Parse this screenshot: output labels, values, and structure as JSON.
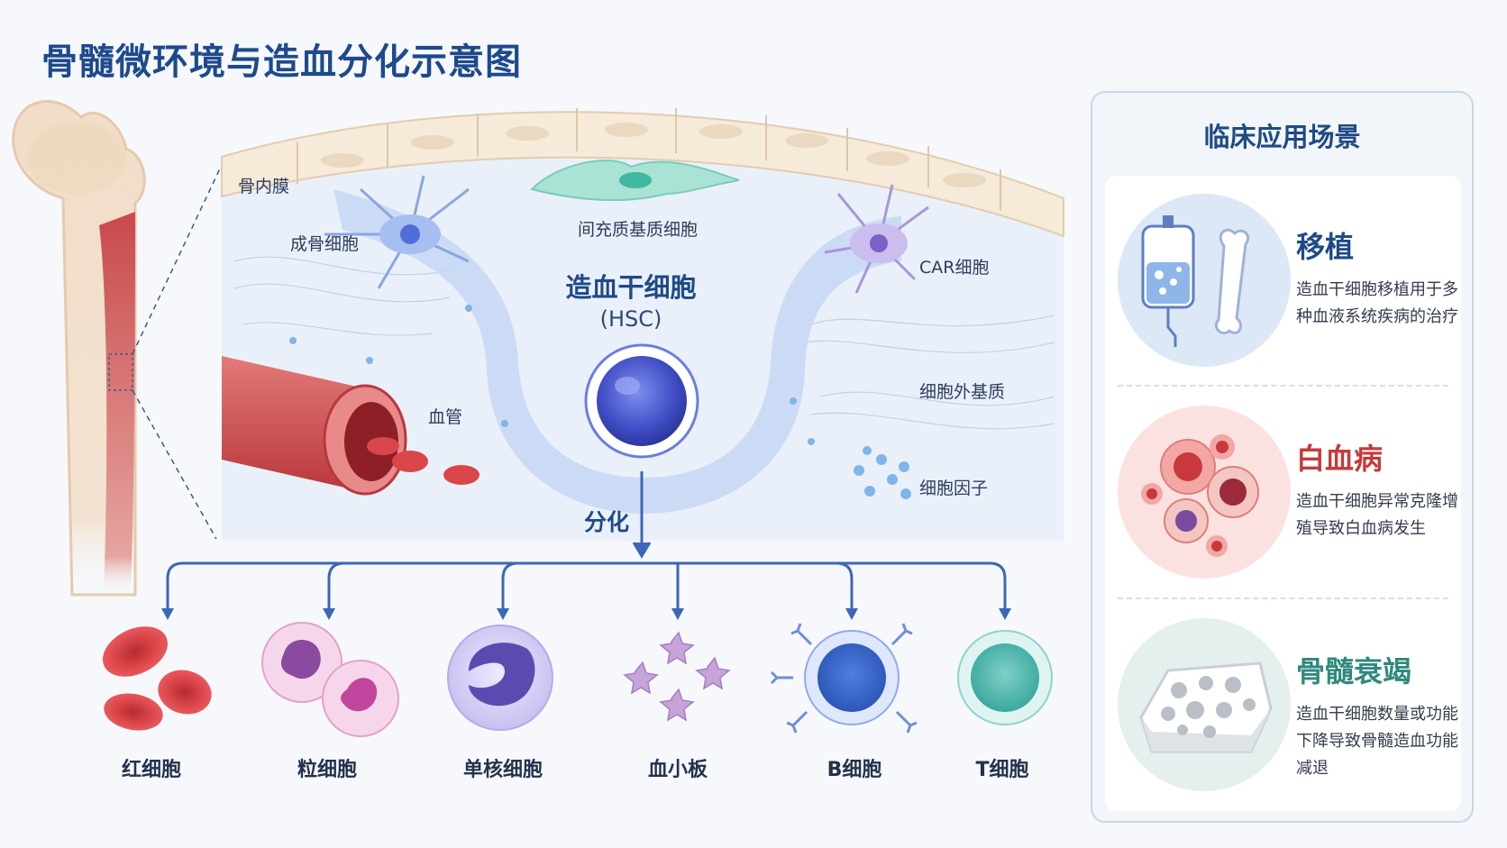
{
  "title": "骨髓微环境与造血分化示意图",
  "niche": {
    "endosteum": "骨内膜",
    "osteoblast": "成骨细胞",
    "msc": "间充质基质细胞",
    "car": "CAR细胞",
    "vessel": "血管",
    "ecm": "细胞外基质",
    "cytokine": "细胞因子",
    "hsc_name": "造血干细胞",
    "hsc_abbr": "(HSC)",
    "differentiation": "分化"
  },
  "cells": [
    {
      "name": "红细胞",
      "icon": "red-blood-cell-icon",
      "color": "#d9464a"
    },
    {
      "name": "粒细胞",
      "icon": "granulocyte-icon",
      "color": "#c9459a"
    },
    {
      "name": "单核细胞",
      "icon": "monocyte-icon",
      "color": "#6a5bb8"
    },
    {
      "name": "血小板",
      "icon": "platelet-icon",
      "color": "#b88fc4"
    },
    {
      "name": "B细胞",
      "icon": "b-cell-icon",
      "color": "#3d6fd1"
    },
    {
      "name": "T细胞",
      "icon": "t-cell-icon",
      "color": "#3aa8a0"
    }
  ],
  "panel": {
    "title": "临床应用场景",
    "apps": [
      {
        "name": "移植",
        "color": "#1e4a86",
        "desc": "造血干细胞移植用于多种血液系统疾病的治疗"
      },
      {
        "name": "白血病",
        "color": "#c8393b",
        "desc": "造血干细胞异常克隆增殖导致白血病发生"
      },
      {
        "name": "骨髓衰竭",
        "color": "#2f8a7c",
        "desc": "造血干细胞数量或功能下降导致骨髓造血功能减退"
      }
    ]
  }
}
